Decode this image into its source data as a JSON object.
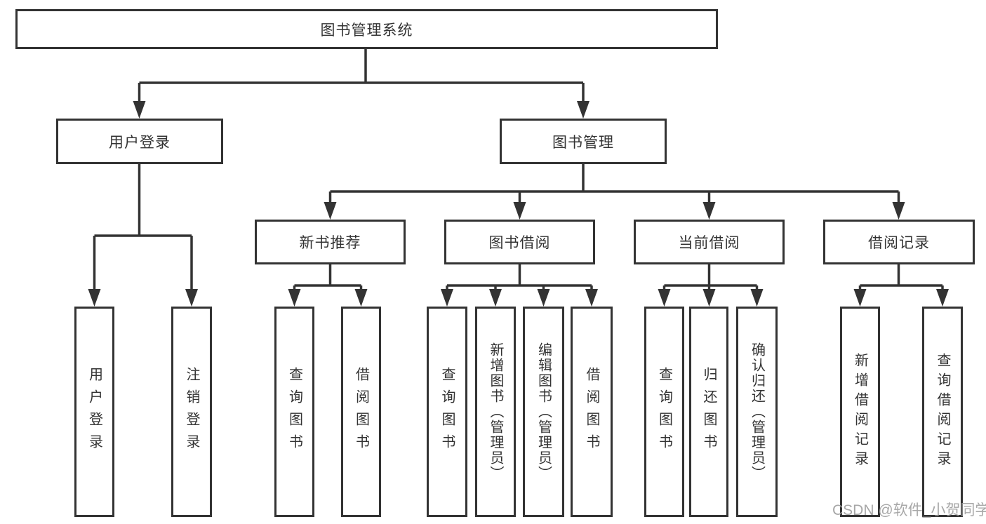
{
  "diagram": {
    "title": "图书管理系统",
    "root": {
      "label": "图书管理系统"
    },
    "branches": {
      "user_login": {
        "label": "用户登录",
        "children": [
          {
            "label": "用户登录"
          },
          {
            "label": "注销登录"
          }
        ]
      },
      "book_management": {
        "label": "图书管理",
        "children": {
          "new_book_recommend": {
            "label": "新书推荐",
            "children": [
              {
                "label": "查询图书"
              },
              {
                "label": "借阅图书"
              }
            ]
          },
          "book_borrowing": {
            "label": "图书借阅",
            "children": [
              {
                "label": "查询图书"
              },
              {
                "label": "新增图书（管理员）"
              },
              {
                "label": "编辑图书（管理员）"
              },
              {
                "label": "借阅图书"
              }
            ]
          },
          "current_borrowing": {
            "label": "当前借阅",
            "children": [
              {
                "label": "查询图书"
              },
              {
                "label": "归还图书"
              },
              {
                "label": "确认归还（管理员）"
              }
            ]
          },
          "borrowing_records": {
            "label": "借阅记录",
            "children": [
              {
                "label": "新增借阅记录"
              },
              {
                "label": "查询借阅记录"
              }
            ]
          }
        }
      }
    }
  },
  "watermark": {
    "text": "CSDN @软件_小贺同学",
    "color": "#9e9e9e"
  },
  "colors": {
    "line": "#333333",
    "box_border": "#333333",
    "box_background": "#ffffff",
    "text": "#333333",
    "page_background": "#ffffff"
  }
}
